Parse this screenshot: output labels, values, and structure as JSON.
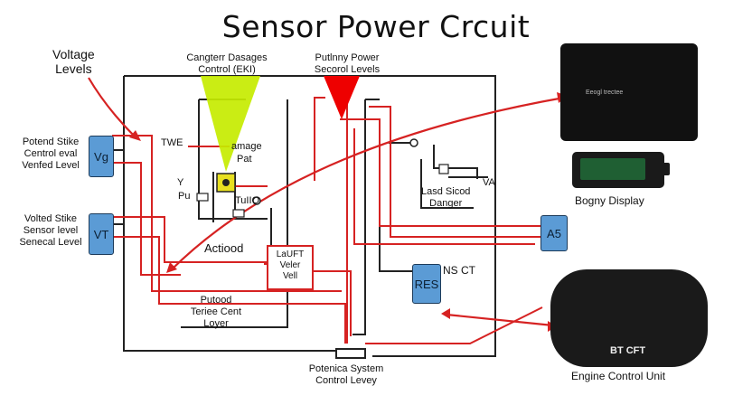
{
  "title": "Sensor Power Crcuit",
  "labels": {
    "voltage_levels": "Voltage\nLevels",
    "top_left": "Cangterr Dasages\nControl (EKI)",
    "top_right": "Putlnny Power\nSecorol Levels",
    "potend_strike": "Potend Stike\nCentrol eval\nVenfed Level",
    "volted_strike": "Volted Stike\nSensor level\nSenecal Level",
    "twe": "TWE",
    "damage": "amage",
    "pat": "Pat",
    "y": "Y",
    "pu": "Pu",
    "tulio": "TuIIO",
    "actiood": "Actiood",
    "lauft": "LaUFT\nVeler\nVell",
    "lasd_sicod": "Lasd Sicod\nDanger",
    "va": "VA",
    "ns_ct": "NS CT",
    "putood": "Putood\nTeriee Cent\nLoyer",
    "potenica": "Potenica System\nControl Levey",
    "bogny": "Bogny Display",
    "engine": "Engine Control Unit",
    "screen_text": "Eeogl trectee",
    "cluster_text": "BT CFT"
  },
  "boxes": {
    "vg": "Vg",
    "vt": "VT",
    "res": "RES",
    "as": "A5"
  },
  "colors": {
    "wire": "#222222",
    "signal": "#d62222",
    "box": "#5b9bd5",
    "triangle_green": "#c6ec00",
    "triangle_red": "#ee0000"
  }
}
